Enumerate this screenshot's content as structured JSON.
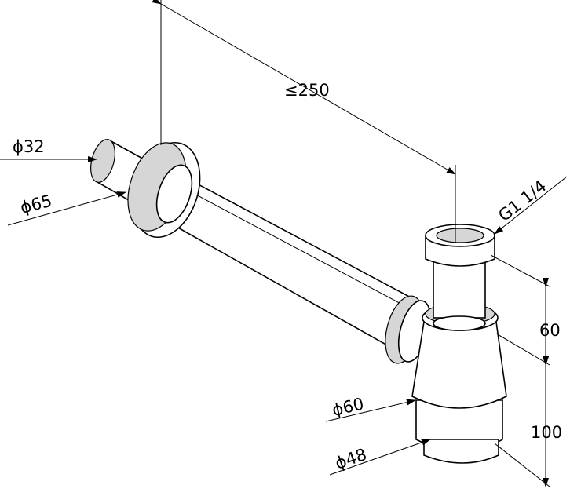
{
  "drawing": {
    "title": "Bottle trap with wall pipe and flange",
    "dimensions": {
      "length": "≤250",
      "pipe_diameter": "ϕ32",
      "flange_diameter": "ϕ65",
      "thread": "G1 1/4",
      "upper_height": "60",
      "lower_height": "100",
      "body_diameter": "ϕ60",
      "bottom_diameter": "ϕ48"
    },
    "colors": {
      "line": "#000000",
      "background": "#ffffff"
    }
  }
}
